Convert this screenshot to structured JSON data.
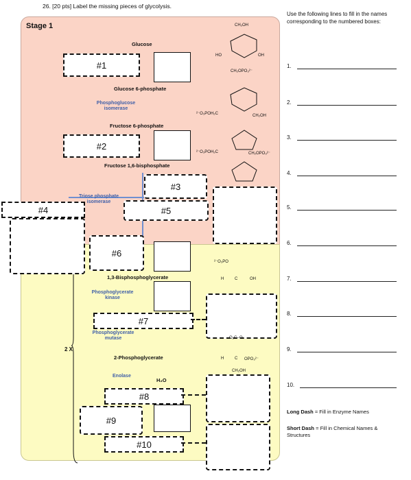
{
  "question": "26. [20 pts] Label the missing pieces of glycolysis.",
  "stage_label": "Stage 1",
  "compounds": {
    "glucose": "Glucose",
    "g6p": "Glucose 6-phosphate",
    "f6p": "Fructose 6-phosphate",
    "f16bp": "Fructose 1,6-bisphosphate",
    "bpg13": "1,3-Bisphosphoglycerate",
    "pg2": "2-Phosphoglycerate"
  },
  "enzymes": {
    "pgi": "Phosphoglucose isomerase",
    "tpi": "Triose phosphate isomerase",
    "pgk": "Phosphoglycerate kinase",
    "pgm": "Phosphoglycerate mutase",
    "enolase": "Enolase",
    "h2o": "H₂O"
  },
  "boxes": [
    "#1",
    "#2",
    "#3",
    "#4",
    "#5",
    "#6",
    "#7",
    "#8",
    "#9",
    "#10"
  ],
  "multiplier": "2 X",
  "structure_labels": {
    "ch2oh": "CH₂OH",
    "ch2opo3": "CH₂OPO₃²⁻",
    "oh": "OH",
    "ho": "HO",
    "o_poh2c": "²⁻O₃POH₂C",
    "opo3": "²⁻O₃PO",
    "h": "H",
    "c": "C",
    "o": "O",
    "coo": "O₂C−O",
    "opo3_r": "OPO₃²⁻"
  },
  "instructions": "Use the following lines to fill in the names corresponding to the numbered boxes:",
  "answer_lines": [
    "1.",
    "2.",
    "3.",
    "4.",
    "5.",
    "6.",
    "7.",
    "8.",
    "9.",
    "10."
  ],
  "legend": {
    "long_bold": "Long Dash",
    "long_text": " = Fill in Enzyme Names",
    "short_bold": "Short Dash",
    "short_text": " = Fill in Chemical Names & Structures"
  }
}
